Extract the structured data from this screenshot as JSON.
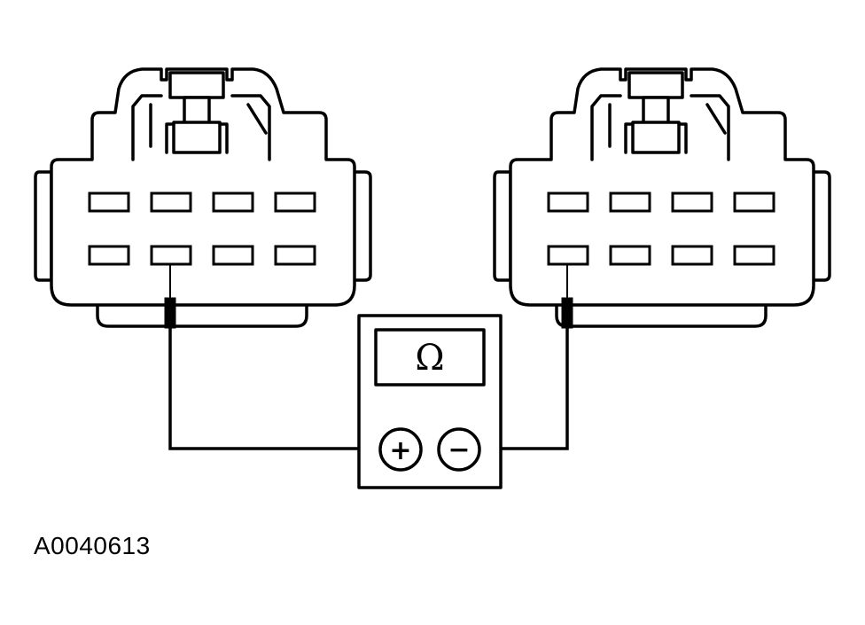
{
  "figure": {
    "id_label": "A0040613"
  },
  "meter": {
    "display_symbol": "Ω",
    "positive_jack": "+",
    "negative_jack": "−"
  },
  "connectors": [
    {
      "name": "left-connector",
      "terminal_rows": 2,
      "terminals_per_row": 4
    },
    {
      "name": "right-connector",
      "terminal_rows": 2,
      "terminals_per_row": 4
    }
  ],
  "icons": [
    "connector-icon",
    "ohmmeter-icon",
    "test-probe-icon"
  ]
}
